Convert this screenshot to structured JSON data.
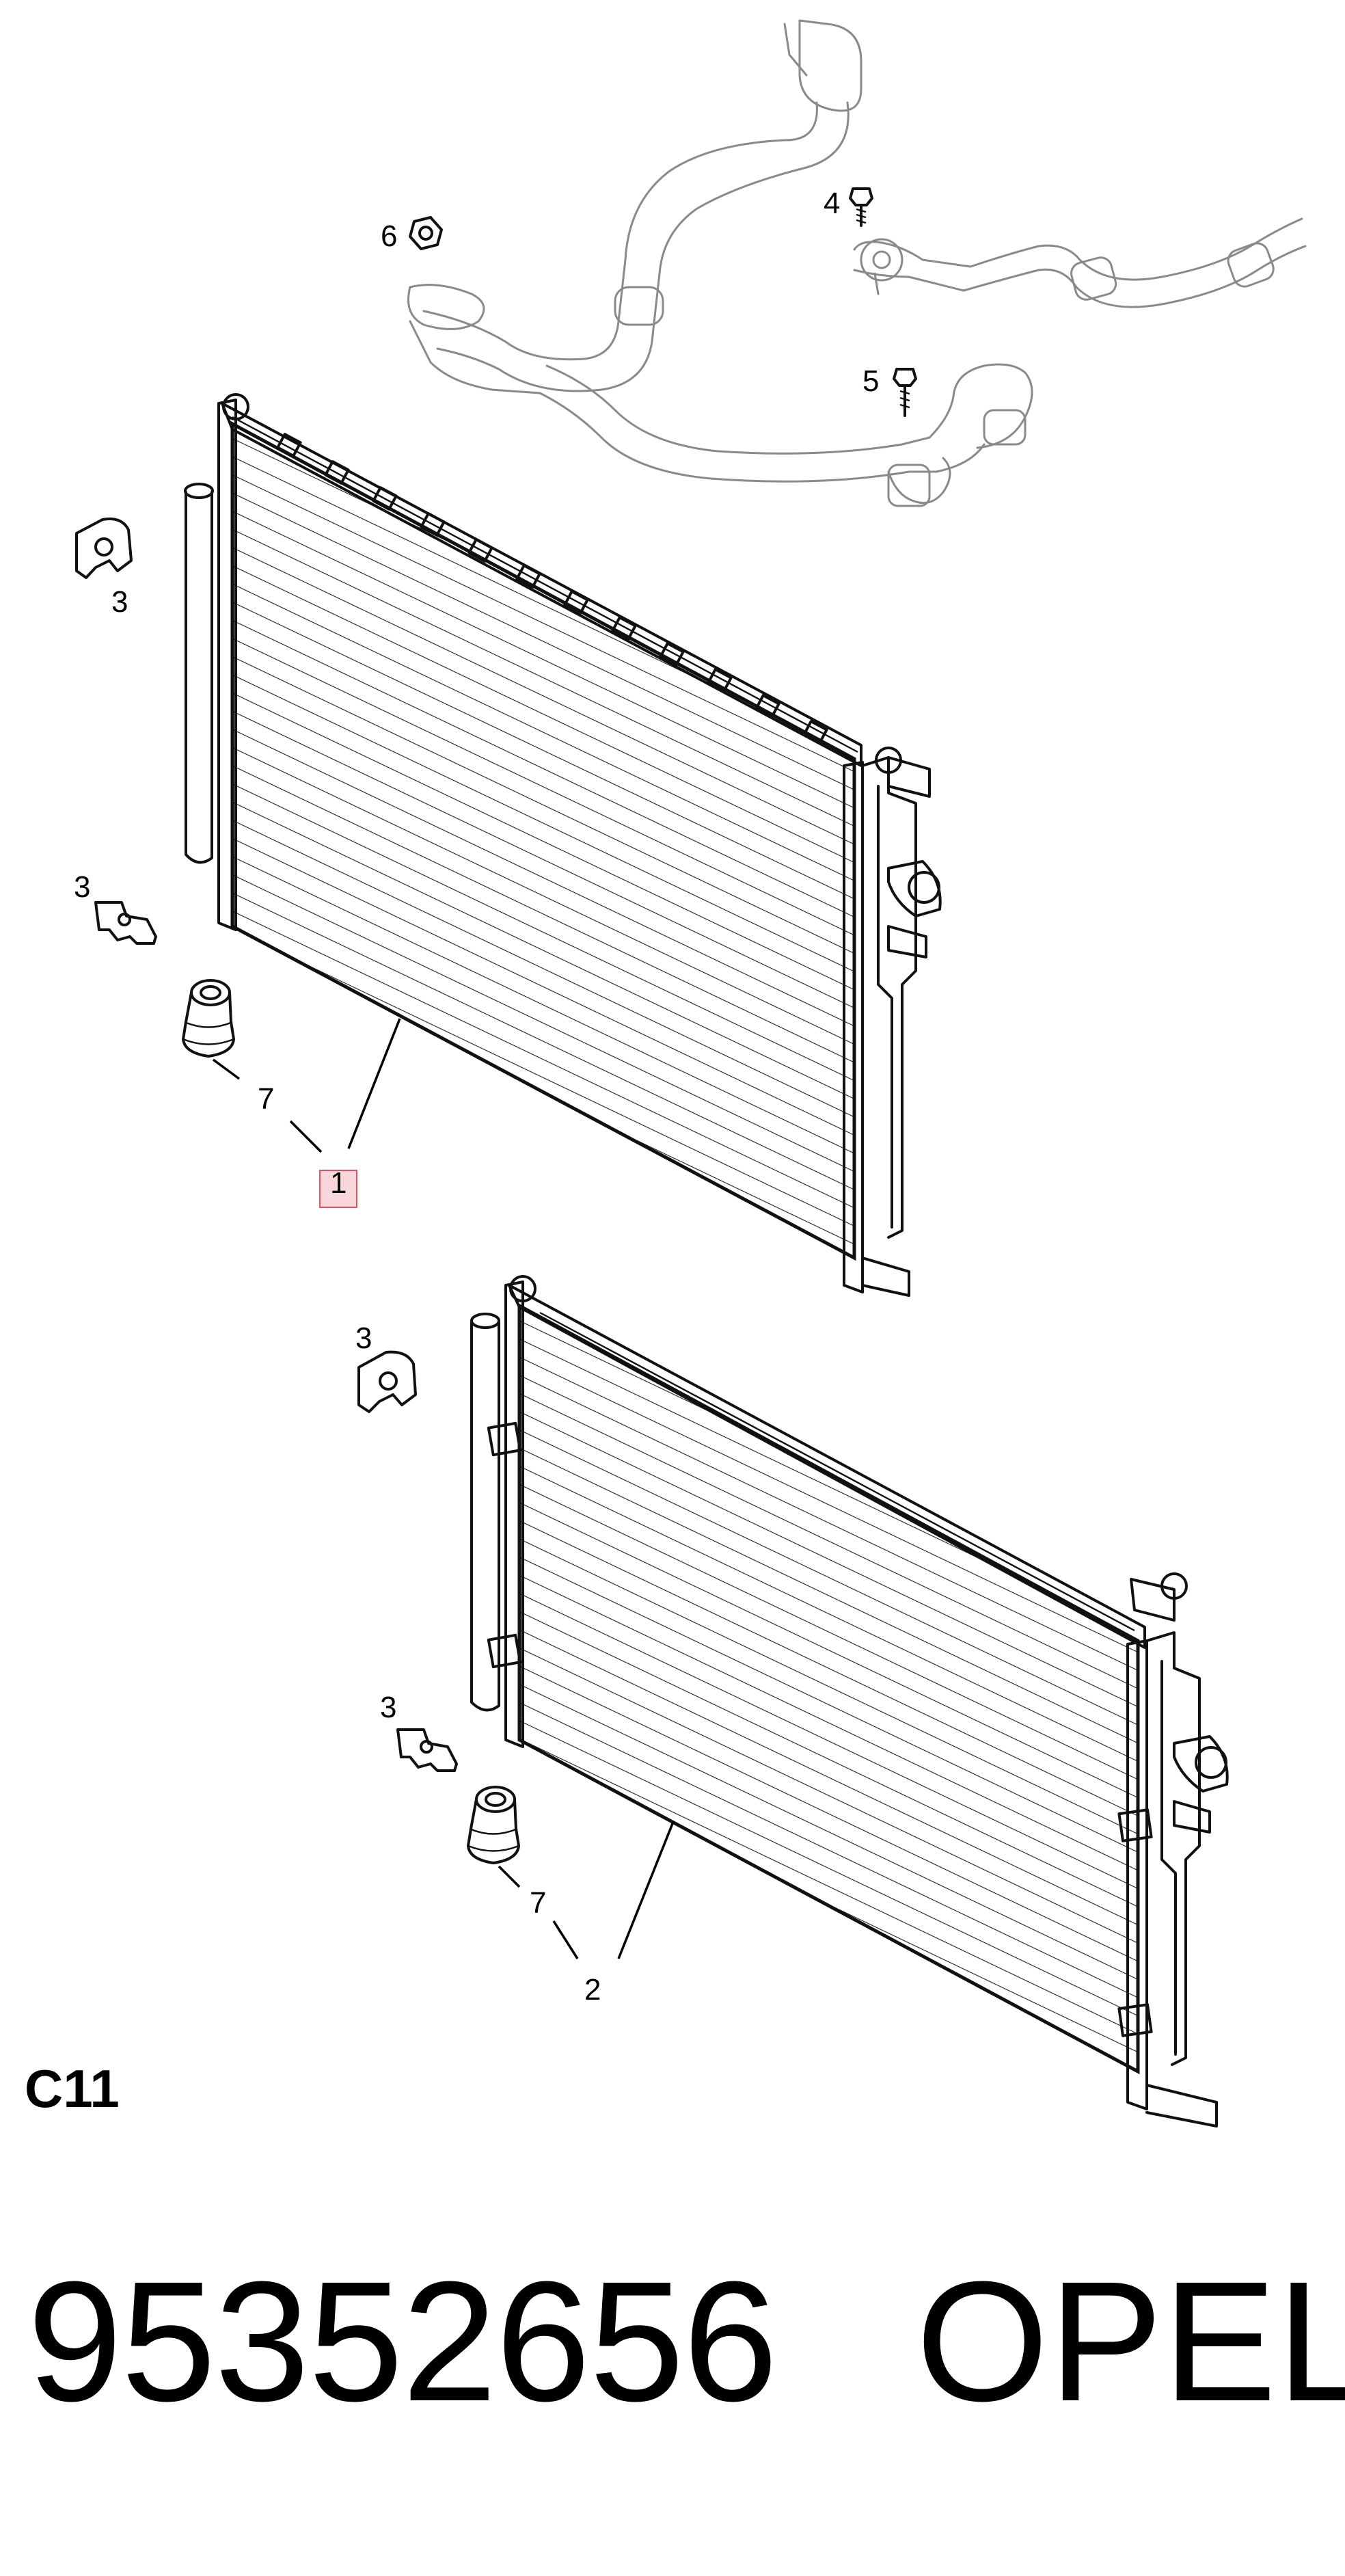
{
  "diagram": {
    "code": "C11",
    "part_number": "95352656",
    "brand": "OPEL",
    "callouts": {
      "c1": "1",
      "c2": "2",
      "c3a": "3",
      "c3b": "3",
      "c3c": "3",
      "c3d": "3",
      "c4": "4",
      "c5": "5",
      "c6": "6",
      "c7a": "7",
      "c7b": "7"
    },
    "highlight_color": "#e05060"
  }
}
